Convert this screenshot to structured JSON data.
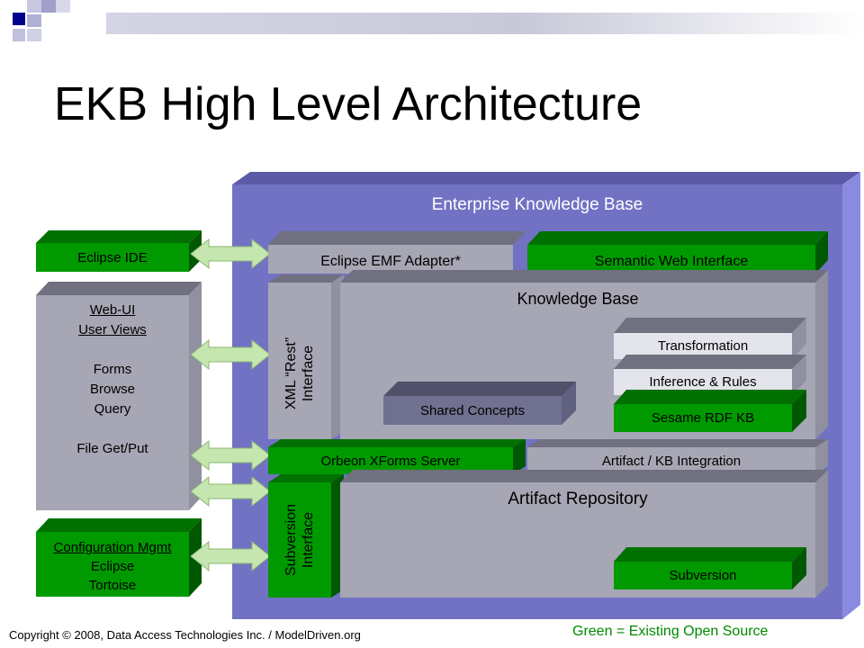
{
  "title": "EKB High Level Architecture",
  "ekb_title": "Enterprise Knowledge Base",
  "left_boxes": {
    "eclipse_ide": "Eclipse IDE",
    "web_ui": {
      "title": "Web-UI",
      "subtitle": "User Views",
      "items": [
        "Forms",
        "Browse",
        "Query"
      ],
      "extra": "File Get/Put"
    },
    "config": {
      "title": "Configuration Mgmt",
      "items": [
        "Eclipse",
        "Tortoise"
      ]
    }
  },
  "components": {
    "emf_adapter": "Eclipse EMF Adapter*",
    "semantic_web": "Semantic Web Interface",
    "xml_rest": "XML “Rest” Interface",
    "knowledge_base": "Knowledge Base",
    "transformation": "Transformation",
    "inference": "Inference & Rules",
    "sesame": "Sesame RDF KB",
    "shared_concepts": "Shared Concepts",
    "orbeon": "Orbeon XForms Server",
    "artifact_kb": "Artifact / KB Integration",
    "subversion_interface": "Subversion Interface",
    "artifact_repo": "Artifact Repository",
    "subversion": "Subversion"
  },
  "copyright": "Copyright © 2008, Data Access Technologies Inc. / ModelDriven.org",
  "legend": "Green = Existing Open Source",
  "colors": {
    "existing_open_source": "#009a00",
    "custom_component": "#a0a0b0",
    "ekb_container": "#7070c0",
    "accent": "#00008c"
  }
}
